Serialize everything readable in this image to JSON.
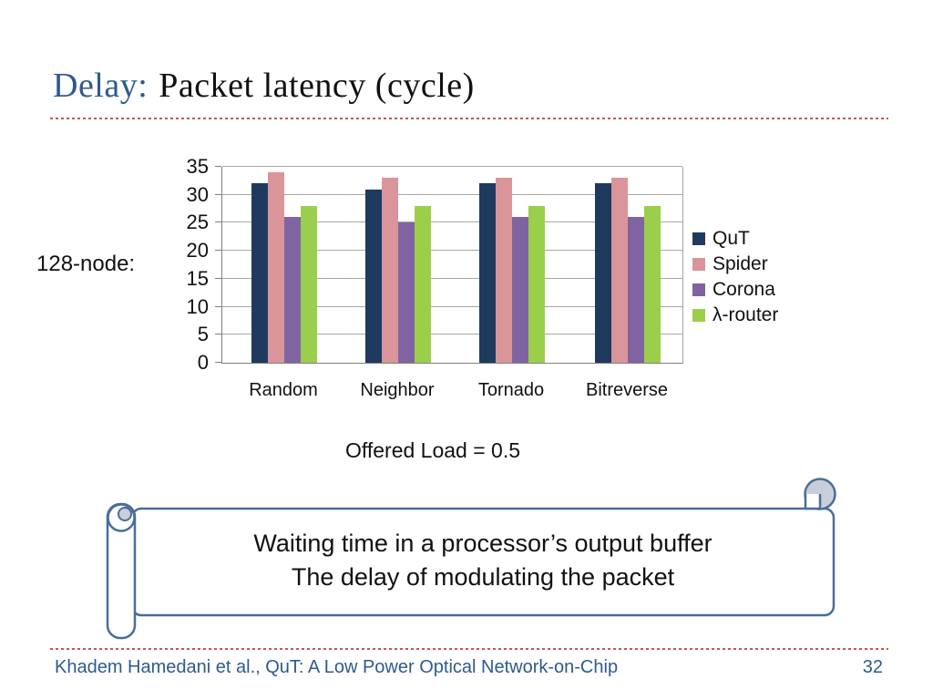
{
  "slide": {
    "title": {
      "prefix": "Delay:",
      "rest": "Packet latency (cycle)"
    },
    "side_label": "128-node:",
    "caption": "Offered Load = 0.5",
    "callout": {
      "line1": "Waiting time in a processor’s output buffer",
      "line2": "The delay of modulating the packet"
    },
    "footer": {
      "citation": "Khadem Hamedani et al., QuT: A Low Power Optical Network-on-Chip",
      "page_number": "32"
    }
  },
  "colors": {
    "title_blue": "#2E5A8F",
    "dashed_line_red": "#C4584F",
    "scroll_border_blue": "#4A6D9B",
    "scroll_curl_fill": "#C9CFDA",
    "gridline_gray": "#A6A6A6"
  },
  "chart_data": {
    "type": "bar",
    "title": "",
    "xlabel": "",
    "ylabel": "",
    "categories": [
      "Random",
      "Neighbor",
      "Tornado",
      "Bitreverse"
    ],
    "series": [
      {
        "name": "QuT",
        "color": "#1F3A5F",
        "values": [
          32,
          31,
          32,
          32
        ]
      },
      {
        "name": "Spider",
        "color": "#D9959A",
        "values": [
          34,
          33,
          33,
          33
        ]
      },
      {
        "name": "Corona",
        "color": "#8064A2",
        "values": [
          26,
          25,
          26,
          26
        ]
      },
      {
        "name": "λ-router",
        "color": "#9BCE4B",
        "values": [
          28,
          28,
          28,
          28
        ]
      }
    ],
    "ylim": [
      0,
      35
    ],
    "yticks": [
      0,
      5,
      10,
      15,
      20,
      25,
      30,
      35
    ],
    "grid": true,
    "legend_position": "right"
  }
}
